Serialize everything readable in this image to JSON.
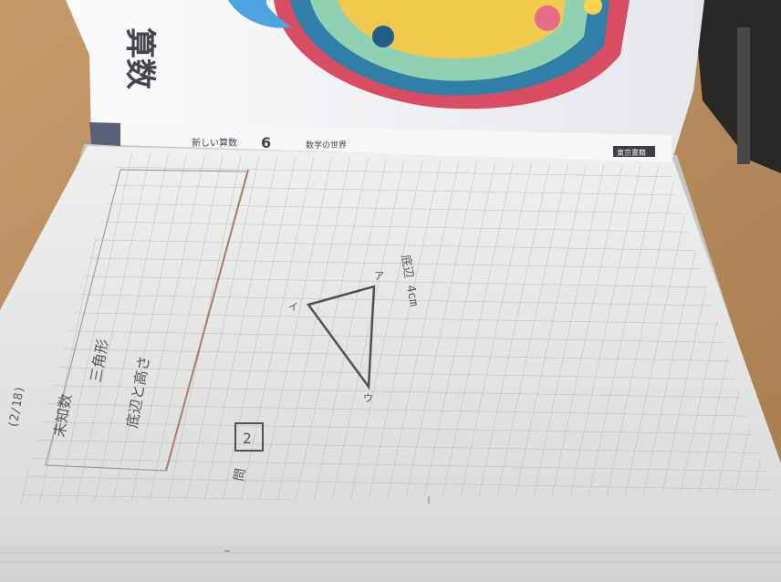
{
  "photo": {
    "subject": "japanese-grid-notebook-under-textbook",
    "colors": {
      "desk": "#b98d5e",
      "paper": "#e4e6e3",
      "grid_line": "#aeb6b5",
      "margin_line": "#c9605a",
      "cover": "#f3f4f6",
      "cover_band": "#59607a",
      "pencil": "#505250",
      "dark_corner": "#2a2827"
    }
  },
  "textbook": {
    "title_fragment": "算数",
    "grade_mark": "6",
    "spine_label": "新しい算数",
    "spine_sublabel": "数学の世界",
    "publisher": "東京書籍"
  },
  "notebook": {
    "vertical_notes": [
      "(2/18)",
      "未知数",
      "三角形",
      "底辺と高さ"
    ],
    "boxed_label": "2",
    "box_caption": "問",
    "triangle_labels": [
      "イ",
      "ア",
      "ウ"
    ],
    "triangle_note": "底辺 4cm"
  }
}
